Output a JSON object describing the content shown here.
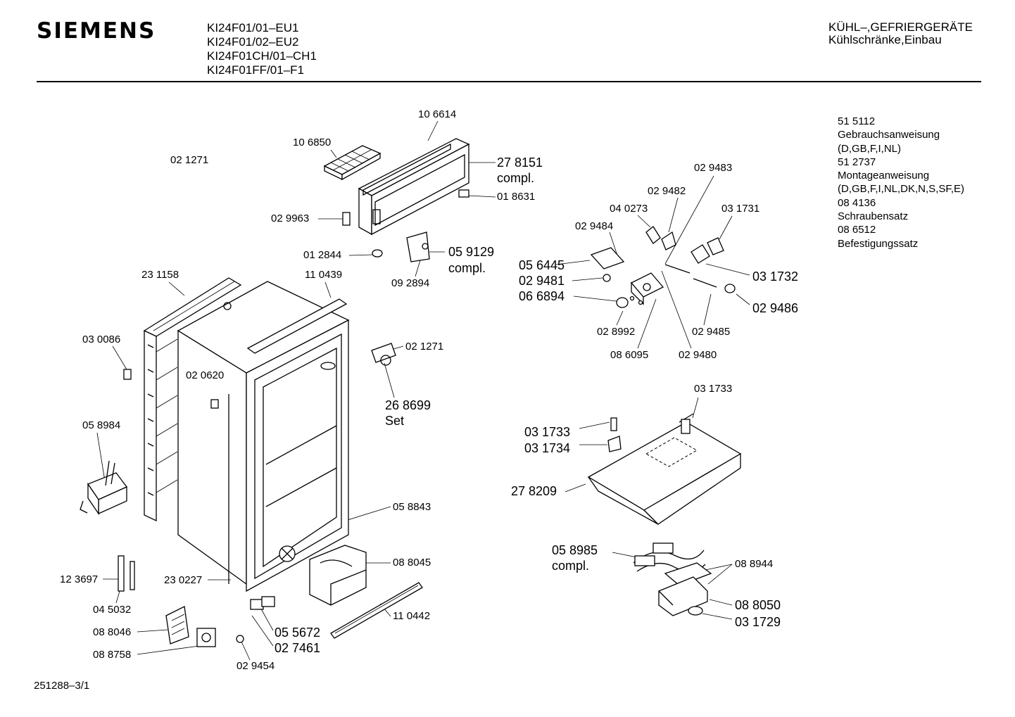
{
  "header": {
    "brand": "SIEMENS",
    "models": [
      "KI24F01/01–EU1",
      "KI24F01/02–EU2",
      "KI24F01CH/01–CH1",
      "KI24F01FF/01–F1"
    ],
    "category_line1": "KÜHL–,GEFRIERGERÄTE",
    "category_line2": "Kühlschränke,Einbau"
  },
  "documents": [
    "51 5112",
    "Gebrauchsanweisung",
    "(D,GB,F,I,NL)",
    "51 2737",
    "Montageanweisung",
    "(D,GB,F,I,NL,DK,N,S,SF,E)",
    "08 4136",
    "Schraubensatz",
    "08 6512",
    "Befestigungssatz"
  ],
  "footer": {
    "drawing_number": "251288–3/1"
  },
  "part_labels": {
    "p106614": "10 6614",
    "p106850": "10 6850",
    "p021271a": "02 1271",
    "p278151": "27 8151",
    "compl_278151": "compl.",
    "p018631": "01 8631",
    "p029963": "02 9963",
    "p012844": "01 2844",
    "p059129": "05 9129",
    "compl_059129": "compl.",
    "p092894": "09 2894",
    "p231158": "23 1158",
    "p110439": "11 0439",
    "p030086": "03 0086",
    "p021271b": "02 1271",
    "p020620": "02 0620",
    "p268699": "26 8699",
    "set_268699": "Set",
    "p058984": "05 8984",
    "p058843": "05 8843",
    "p088045": "08 8045",
    "p123697": "12 3697",
    "p230227": "23 0227",
    "p045032": "04 5032",
    "p110442": "11 0442",
    "p088046": "08 8046",
    "p055672": "05 5672",
    "p027461": "02 7461",
    "p088758": "08 8758",
    "p029454": "02 9454",
    "p029483": "02 9483",
    "p029482": "02 9482",
    "p040273": "04 0273",
    "p031731": "03 1731",
    "p029484": "02 9484",
    "p056445": "05 6445",
    "p029481": "02 9481",
    "p066894": "06 6894",
    "p031732": "03 1732",
    "p029486": "02 9486",
    "p028992": "02 8992",
    "p029485": "02 9485",
    "p086095": "08 6095",
    "p029480": "02 9480",
    "p031733a": "03 1733",
    "p031733b": "03 1733",
    "p031734": "03 1734",
    "p278209": "27 8209",
    "p058985": "05 8985",
    "compl_058985": "compl.",
    "p088944": "08 8944",
    "p088050": "08 8050",
    "p031729": "03 1729"
  }
}
